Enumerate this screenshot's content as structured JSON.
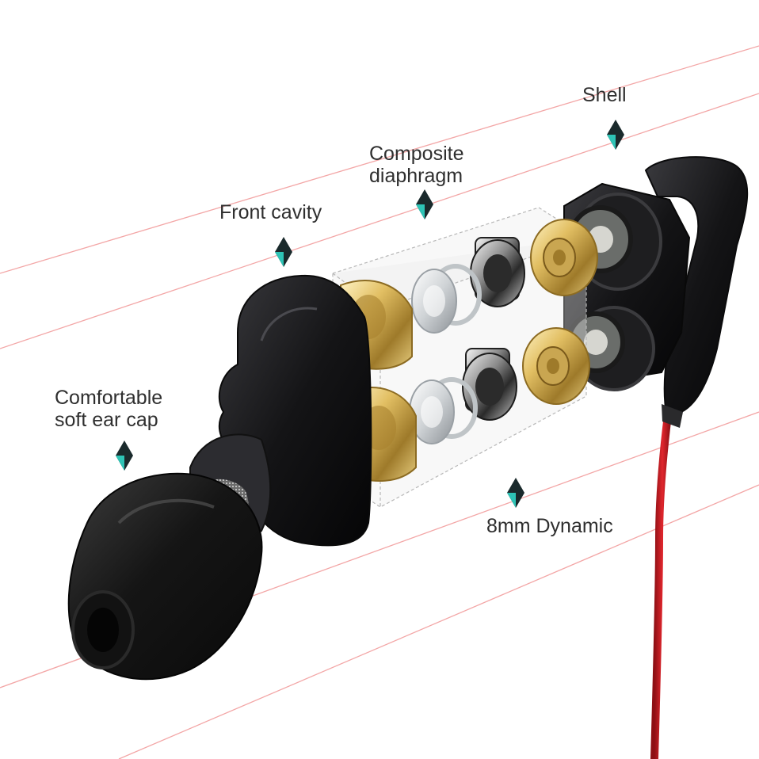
{
  "labels": {
    "shell": "Shell",
    "diaphragm_line1": "Composite",
    "diaphragm_line2": "diaphragm",
    "front_cavity": "Front cavity",
    "ear_cap_line1": "Comfortable",
    "ear_cap_line2": "soft ear cap",
    "dynamic": "8mm Dynamic"
  },
  "colors": {
    "guide_line": "#f3a6a6",
    "marker_dark": "#1a2a2c",
    "marker_teal": "#2ec4b6",
    "cable": "#d21f26",
    "gold": "#d9b45a",
    "body": "#1b1b1d"
  },
  "icons": [
    "diamond-marker-icon"
  ]
}
